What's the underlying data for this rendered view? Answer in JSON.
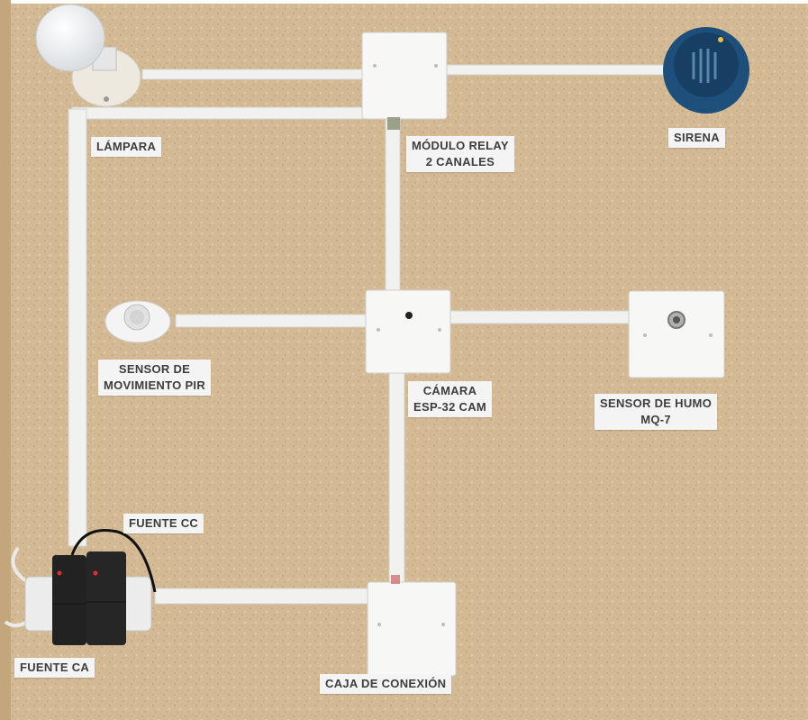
{
  "colors": {
    "board": "#d2b993",
    "conduit": "#f1f1ef",
    "box": "#f7f7f5",
    "siren": "#1d4f7a",
    "adapter": "#222222",
    "label_bg": "#f4f4f4",
    "label_text": "#3d3d3d"
  },
  "labels": {
    "lampara": "LÁMPARA",
    "relay_line1": "MÓDULO RELAY",
    "relay_line2": "2 CANALES",
    "sirena": "SIRENA",
    "pir_line1": "SENSOR DE",
    "pir_line2": "MOVIMIENTO PIR",
    "camara_line1": "CÁMARA",
    "camara_line2": "ESP-32 CAM",
    "humo_line1": "SENSOR DE HUMO",
    "humo_line2": "MQ-7",
    "fuente_cc": "FUENTE CC",
    "fuente_ca": "FUENTE CA",
    "caja": "CAJA DE CONEXIÓN"
  },
  "icons": {
    "lamp": "light-bulb-icon",
    "siren": "siren-icon",
    "pir": "motion-sensor-icon",
    "camera": "camera-icon",
    "smoke": "smoke-sensor-icon",
    "adapter": "power-adapter-icon"
  }
}
